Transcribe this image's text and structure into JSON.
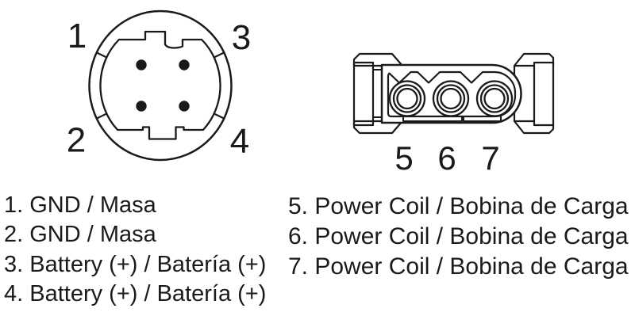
{
  "canvas": {
    "background": "#ffffff",
    "line_color": "#1a1a1a",
    "text_color": "#1a1a1a"
  },
  "round_connector": {
    "name": "4-pin round connector face view",
    "pin_labels": {
      "pin1": "1",
      "pin2": "2",
      "pin3": "3",
      "pin4": "4"
    }
  },
  "inline_connector": {
    "name": "3-socket inline connector face view",
    "pin_labels": {
      "pin5": "5",
      "pin6": "6",
      "pin7": "7"
    }
  },
  "legend": {
    "left_items": [
      "1. GND / Masa",
      "2. GND / Masa",
      "3. Battery (+) / Batería (+)",
      "4. Battery (+) / Batería (+)"
    ],
    "right_items": [
      "5. Power Coil / Bobina de Carga",
      "6. Power Coil / Bobina de Carga",
      "7. Power Coil / Bobina de Carga"
    ]
  }
}
